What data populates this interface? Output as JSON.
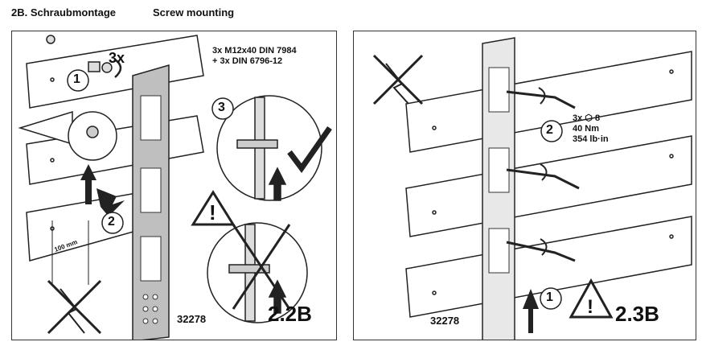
{
  "header": {
    "title_de": "2B. Schraubmontage",
    "title_en": "Screw mounting"
  },
  "left_panel": {
    "step_code": "2.2B",
    "part_number": "32278",
    "screw_count": "3x",
    "spec_line1": "3x M12x40 DIN 7984",
    "spec_line2": "+ 3x DIN 6796-12",
    "distance_label": "100 mm",
    "callout_1": "1",
    "callout_2": "2",
    "callout_3": "3"
  },
  "right_panel": {
    "step_code": "2.3B",
    "part_number": "32278",
    "tool_line": "3x ⬡ 8",
    "torque_nm": "40 Nm",
    "torque_lbin": "354 lb·in",
    "callout_1": "1",
    "callout_2": "2"
  },
  "colors": {
    "line": "#222222",
    "rail": "#bfbfbf",
    "plank": "#ffffff"
  }
}
